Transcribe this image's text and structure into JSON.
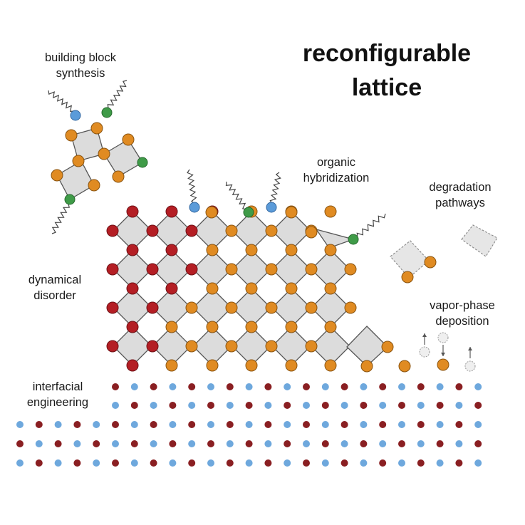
{
  "title": {
    "line1": "reconfigurable",
    "line2": "lattice"
  },
  "labels": {
    "building_block": [
      "building block",
      "synthesis"
    ],
    "organic_hybridization": [
      "organic",
      "hybridization"
    ],
    "degradation_pathways": [
      "degradation",
      "pathways"
    ],
    "dynamical_disorder": [
      "dynamical",
      "disorder"
    ],
    "vapor_phase_deposition": [
      "vapor-phase",
      "deposition"
    ],
    "interfacial_engineering": [
      "interfacial",
      "engineering"
    ]
  },
  "colors": {
    "octahedron_fill": "#dcdcdc",
    "atom_red": "#b41e24",
    "atom_orange": "#e08b22",
    "atom_blue": "#5b9bd9",
    "atom_green": "#3f9b48",
    "substrate_maroon": "#8a1f22",
    "substrate_blue": "#6ea8dd"
  }
}
